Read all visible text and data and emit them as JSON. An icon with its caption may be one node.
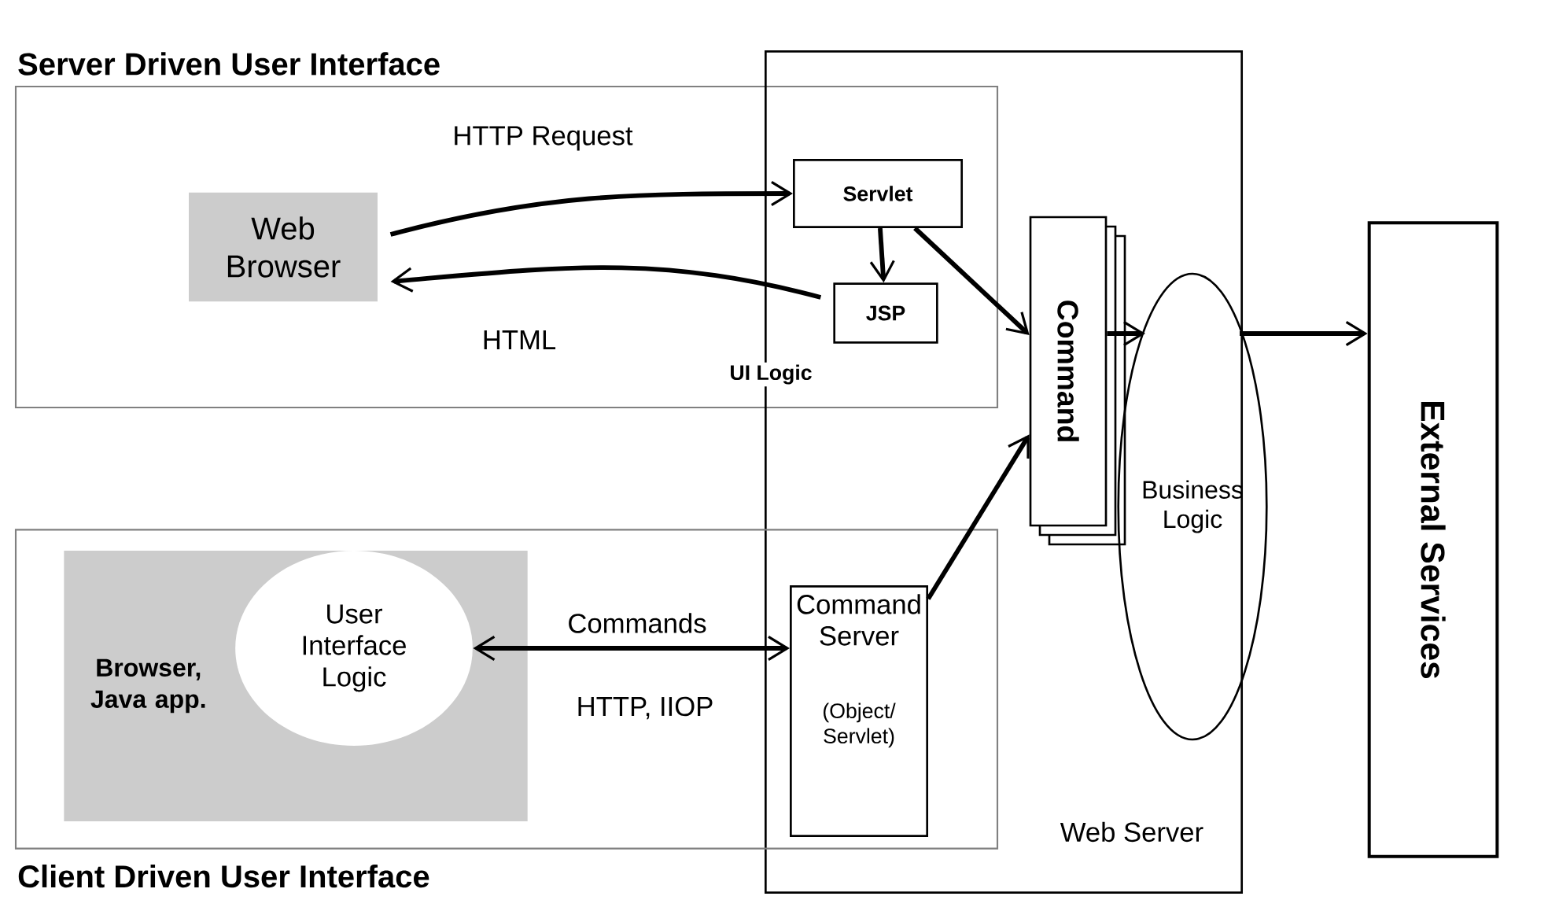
{
  "diagram": {
    "nodes": [
      {
        "text": [
          "Server Driven User Interface"
        ]
      },
      {
        "text": [
          "Web Server"
        ]
      },
      {
        "text": [
          "Web Browser"
        ],
        "in": 0
      },
      {
        "text": [
          "Servlet"
        ]
      },
      {
        "text": [
          "JSP"
        ]
      },
      {
        "text": [
          "Command"
        ],
        "in": 1
      },
      {
        "text": [
          "Business Logic"
        ],
        "in": 1
      },
      {
        "text": [
          "External Services"
        ]
      },
      {
        "text": [
          "Client Driven User Interface"
        ]
      },
      {
        "text": [
          "Browser, Java app."
        ],
        "in": 8
      },
      {
        "text": [
          "User Interface Logic"
        ],
        "in": 9
      },
      {
        "text": [
          "Command Server",
          "(Object/ Servlet)"
        ]
      }
    ],
    "edges": [
      {
        "from": 2,
        "to": 3,
        "arrow": "to",
        "label": "HTTP Request"
      },
      {
        "from": 4,
        "to": 2,
        "arrow": "to",
        "label": "HTML"
      },
      {
        "from": 3,
        "to": 4,
        "arrow": "to"
      },
      {
        "from": 3,
        "to": 5,
        "arrow": "to"
      },
      {
        "from": 11,
        "to": 5,
        "arrow": "to"
      },
      {
        "from": 5,
        "to": 6,
        "arrow": "to"
      },
      {
        "from": 6,
        "to": 7,
        "arrow": "to"
      },
      {
        "from": 10,
        "to": 11,
        "arrow": "both",
        "label": "Commands"
      }
    ],
    "labels": [
      "UI Logic",
      "HTTP, IIOP"
    ]
  }
}
